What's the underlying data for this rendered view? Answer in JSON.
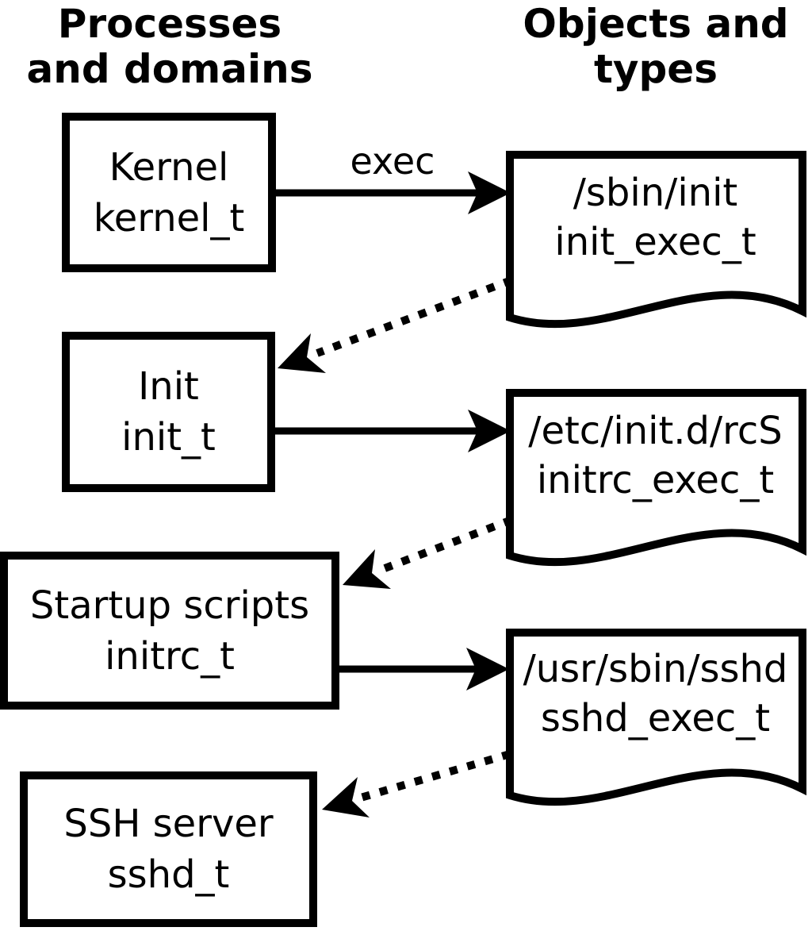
{
  "columns": {
    "left_title_line1": "Processes",
    "left_title_line2": "and domains",
    "right_title_line1": "Objects and",
    "right_title_line2": "types"
  },
  "processes": [
    {
      "label": "Kernel",
      "domain": "kernel_t"
    },
    {
      "label": "Init",
      "domain": "init_t"
    },
    {
      "label": "Startup scripts",
      "domain": "initrc_t"
    },
    {
      "label": "SSH server",
      "domain": "sshd_t"
    }
  ],
  "objects": [
    {
      "path": "/sbin/init",
      "type": "init_exec_t"
    },
    {
      "path": "/etc/init.d/rcS",
      "type": "initrc_exec_t"
    },
    {
      "path": "/usr/sbin/sshd",
      "type": "sshd_exec_t"
    }
  ],
  "edges": {
    "exec_label": "exec"
  },
  "colors": {
    "line": "#000000",
    "background": "#ffffff"
  }
}
